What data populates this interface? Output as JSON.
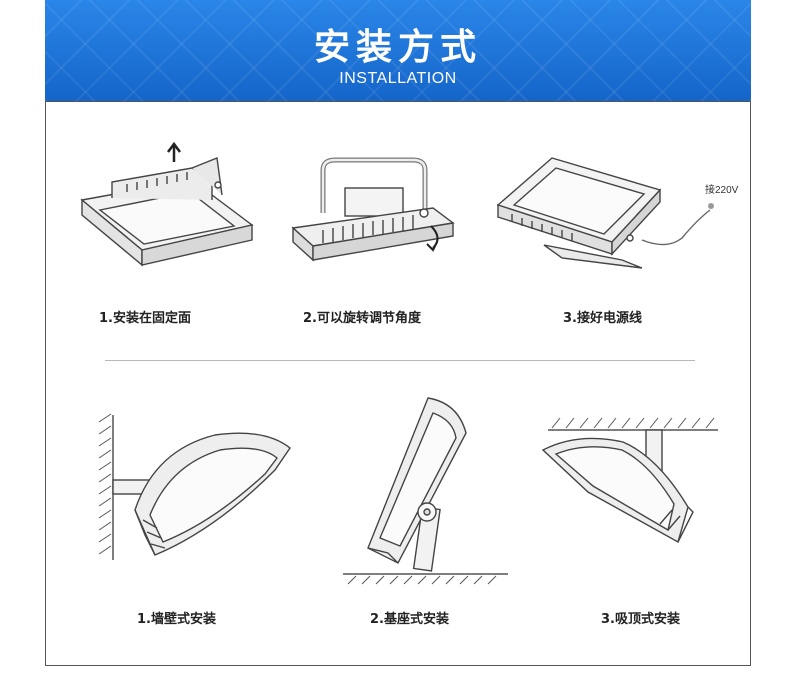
{
  "header": {
    "title": "安装方式",
    "subtitle": "INSTALLATION"
  },
  "steps": [
    {
      "label": "1.安装在固定面",
      "illustration": "mount-surface-icon"
    },
    {
      "label": "2.可以旋转调节角度",
      "illustration": "rotate-adjust-icon"
    },
    {
      "label": "3.接好电源线",
      "illustration": "connect-power-icon"
    }
  ],
  "wiring": {
    "voltage_label": "接220V"
  },
  "methods": [
    {
      "label": "1.墙壁式安装",
      "illustration": "wall-mount-icon"
    },
    {
      "label": "2.基座式安装",
      "illustration": "base-mount-icon"
    },
    {
      "label": "3.吸顶式安装",
      "illustration": "ceiling-mount-icon"
    }
  ],
  "colors": {
    "banner": "#1e73d6",
    "text": "#222222",
    "line": "#555555"
  }
}
